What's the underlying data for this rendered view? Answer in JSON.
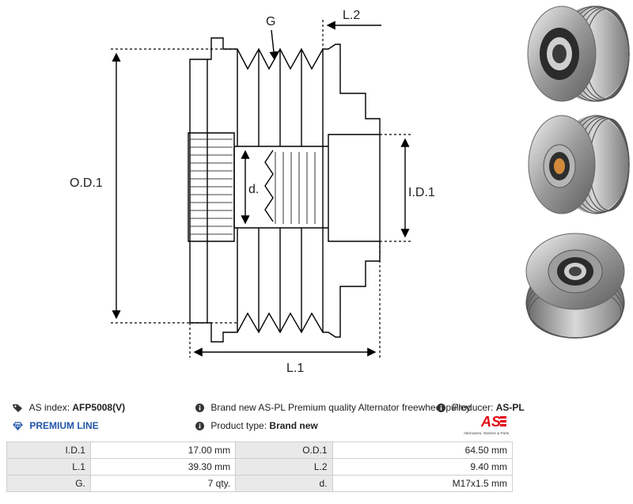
{
  "drawing": {
    "label_g": "G",
    "label_l2": "L.2",
    "label_od1": "O.D.1",
    "label_d": "d.",
    "label_id1": "I.D.1",
    "label_l1": "L.1"
  },
  "info": {
    "as_index_label": "AS index:",
    "as_index_value": "AFP5008(V)",
    "description": "Brand new AS-PL Premium quality Alternator freewheel pulley",
    "producer_label": "Producer:",
    "producer_value": "AS-PL",
    "premium_line": "PREMIUM LINE",
    "product_type_label": "Product type:",
    "product_type_value": "Brand new"
  },
  "logo": {
    "mark": "AS",
    "tagline": "Alternators, Starters & Parts",
    "color": "#e30613"
  },
  "icons": {
    "tag": "tag-icon",
    "info": "info-icon",
    "diamond": "diamond-icon"
  },
  "specs": {
    "rows": [
      {
        "label1": "I.D.1",
        "value1": "17.00 mm",
        "label2": "O.D.1",
        "value2": "64.50 mm"
      },
      {
        "label1": "L.1",
        "value1": "39.30 mm",
        "label2": "L.2",
        "value2": "9.40 mm"
      },
      {
        "label1": "G.",
        "value1": "7 qty.",
        "label2": "d.",
        "value2": "M17x1.5 mm"
      }
    ]
  },
  "colors": {
    "premium_blue": "#2156a8",
    "table_label_bg": "#e9e9e9",
    "border": "#cfcfcf"
  }
}
